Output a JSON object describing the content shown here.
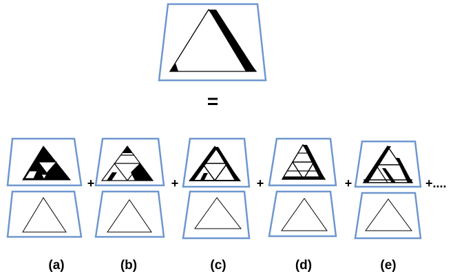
{
  "equals_sign": "=",
  "plus_sign": "+",
  "trailing_sum": "+....",
  "frame_color": "#6d96cf",
  "columns": [
    {
      "label": "(a)",
      "top_pattern": "sierpinski-stage-1-with-dark-corners"
    },
    {
      "label": "(b)",
      "top_pattern": "sierpinski-stage-2-partial-dark"
    },
    {
      "label": "(c)",
      "top_pattern": "sierpinski-stage-2-dark-edges"
    },
    {
      "label": "(d)",
      "top_pattern": "sierpinski-stage-2-dark-right-edge"
    },
    {
      "label": "(e)",
      "top_pattern": "sierpinski-stage-2-dark-strips"
    }
  ]
}
